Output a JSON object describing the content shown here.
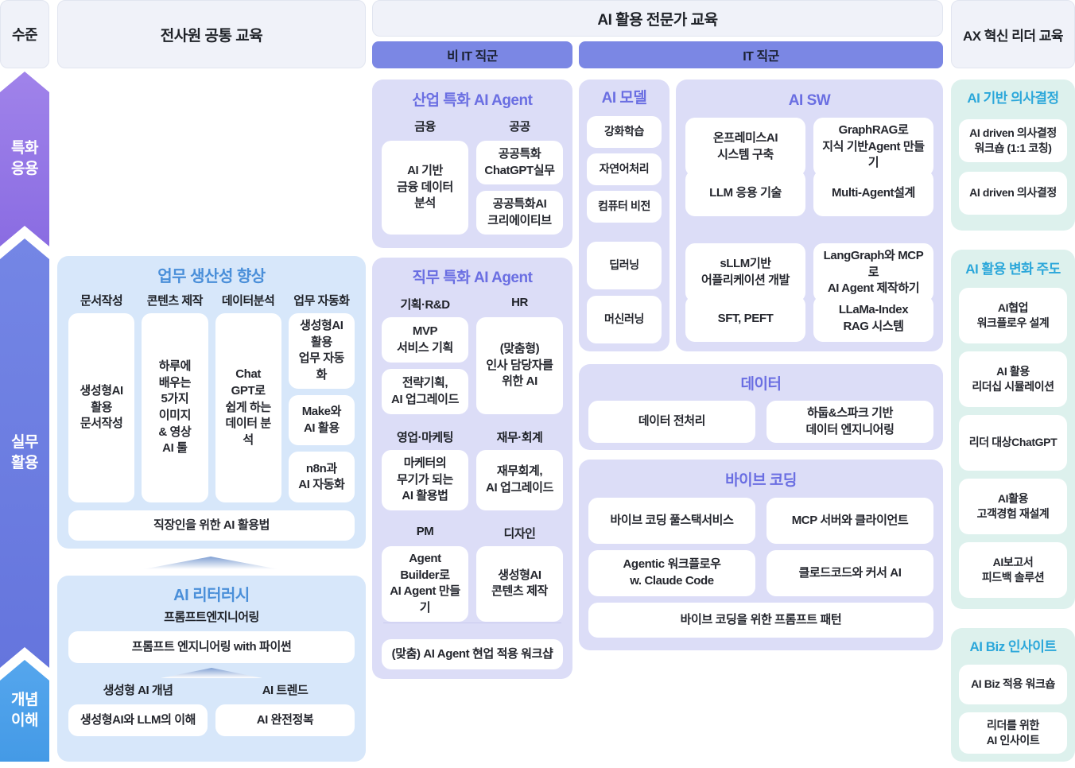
{
  "header": {
    "level_label": "수준",
    "common_title": "전사원 공통 교육",
    "expert_title": "AI 활용 전문가 교육",
    "tab_non_it": "비 IT 직군",
    "tab_it": "IT 직군",
    "leader_title": "AX 혁신 리더 교육"
  },
  "levels": {
    "specialized": "특화\n응용",
    "practical": "실무\n활용",
    "concept": "개념\n이해"
  },
  "colors": {
    "tab_purple": "#7b87e4",
    "section_purple_bg": "#dcddf7",
    "section_blue_bg": "#d7e7fa",
    "section_mint_bg": "#ddf1ed",
    "title_purple": "#6a6ee2",
    "title_blue": "#4a8fd9",
    "title_cyan": "#2ba7da",
    "arrow_specialized": "#9477e5",
    "arrow_practical": "#6d7ee0",
    "arrow_concept": "#4b9fe9"
  },
  "common": {
    "productivity": {
      "title": "업무 생산성 향상",
      "groups": [
        {
          "label": "문서작성",
          "items": [
            "생성형AI\n활용\n문서작성"
          ]
        },
        {
          "label": "콘텐츠 제작",
          "items": [
            "하루에\n배우는\n5가지\n이미지\n& 영상\nAI 툴"
          ]
        },
        {
          "label": "데이터분석",
          "items": [
            "Chat\nGPT로\n쉽게 하는\n데이터 분석"
          ]
        },
        {
          "label": "업무 자동화",
          "items": [
            "생성형AI\n활용\n업무 자동화",
            "Make와\nAI 활용",
            "n8n과\nAI 자동화"
          ]
        }
      ],
      "footer": "직장인을 위한 AI 활용법"
    },
    "literacy": {
      "title": "AI 리터러시",
      "prompt_label": "프롬프트엔지니어링",
      "prompt_card": "프롬프트 엔지니어링 with 파이썬",
      "groups": [
        {
          "label": "생성형 AI 개념",
          "card": "생성형AI와 LLM의 이해"
        },
        {
          "label": "AI 트렌드",
          "card": "AI 완전정복"
        }
      ]
    }
  },
  "non_it": {
    "industry": {
      "title": "산업 특화 AI Agent",
      "finance_label": "금융",
      "finance_card": "AI 기반\n금융 데이터\n분석",
      "public_label": "공공",
      "public_cards": [
        "공공특화\nChatGPT실무",
        "공공특화AI\n크리에이티브"
      ]
    },
    "job": {
      "title": "직무 특화 AI Agent",
      "row1": {
        "left_label": "기획·R&D",
        "left_cards": [
          "MVP\n서비스 기획",
          "전략기획,\nAI 업그레이드"
        ],
        "right_label": "HR",
        "right_card": "(맞춤형)\n인사 담당자를\n위한 AI"
      },
      "row2": {
        "left_label": "영업·마케팅",
        "left_card": "마케터의\n무기가 되는\nAI 활용법",
        "right_label": "재무·회계",
        "right_card": "재무회계,\nAI 업그레이드"
      },
      "row3": {
        "left_label": "PM",
        "left_card": "Agent Builder로\nAI Agent 만들기",
        "right_label": "디자인",
        "right_card": "생성형AI\n콘텐츠 제작"
      },
      "footer": "(맞춤) AI Agent 현업 적용 워크샵"
    }
  },
  "it": {
    "model": {
      "title": "AI 모델",
      "small_cards": [
        "강화학습",
        "자연어처리",
        "컴퓨터 비전"
      ],
      "big_cards": [
        "딥러닝",
        "머신러닝"
      ]
    },
    "sw": {
      "title": "AI SW",
      "cards": [
        "온프레미스AI\n시스템 구축",
        "GraphRAG로\n지식 기반Agent 만들기",
        "LLM 응용 기술",
        "Multi-Agent설계",
        "sLLM기반\n어플리케이션 개발",
        "LangGraph와 MCP로\nAI Agent 제작하기",
        "SFT, PEFT",
        "LLaMa-Index\nRAG 시스템"
      ]
    },
    "data": {
      "title": "데이터",
      "cards": [
        "데이터 전처리",
        "하둡&스파크 기반\n데이터 엔지니어링"
      ]
    },
    "vibe": {
      "title": "바이브 코딩",
      "cards": [
        "바이브 코딩 풀스택서비스",
        "MCP 서버와 클라이언트",
        "Agentic 워크플로우\nw. Claude Code",
        "클로드코드와 커서 AI"
      ],
      "footer": "바이브 코딩을 위한 프롬프트 패턴"
    }
  },
  "leader": {
    "decision": {
      "title": "AI 기반 의사결정",
      "cards": [
        "AI driven 의사결정\n워크숍 (1:1 코칭)",
        "AI driven 의사결정"
      ]
    },
    "change": {
      "title": "AI 활용 변화 주도",
      "cards": [
        "AI협업\n워크플로우 설계",
        "AI 활용\n리더십 시뮬레이션",
        "리더 대상ChatGPT",
        "AI활용\n고객경험 재설계",
        "AI보고서\n피드백 솔루션"
      ]
    },
    "biz": {
      "title": "AI Biz 인사이트",
      "cards": [
        "AI Biz 적용 워크숍",
        "리더를 위한\nAI 인사이트"
      ]
    }
  }
}
